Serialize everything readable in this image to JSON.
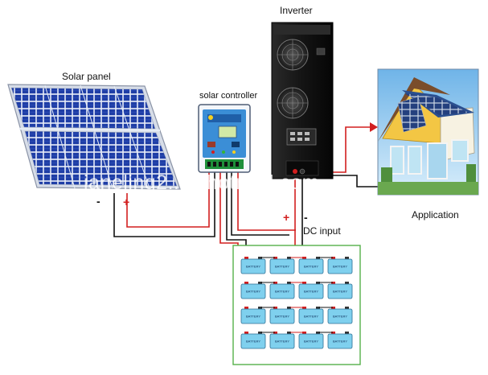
{
  "labels": {
    "inverter": "Inverter",
    "solar_panel": "Solar panel",
    "solar_controller": "solar controller",
    "application": "Application",
    "dc_input": "DC input",
    "battery": "BATTERY"
  },
  "signs": {
    "panel_negative": "-",
    "panel_positive": "+",
    "inverter_positive": "+",
    "inverter_negative": "-"
  },
  "watermark": "janeling2...@hotmail.com",
  "battery_bank": {
    "rows": 4,
    "columns": 4
  },
  "colors": {
    "positive_wire": "#d21f1f",
    "negative_wire": "#111111",
    "panel_cell": "#1f3ea6",
    "battery_case": "#7fd0ee",
    "battery_frame": "#55b04a",
    "inverter_body": "#161616"
  }
}
